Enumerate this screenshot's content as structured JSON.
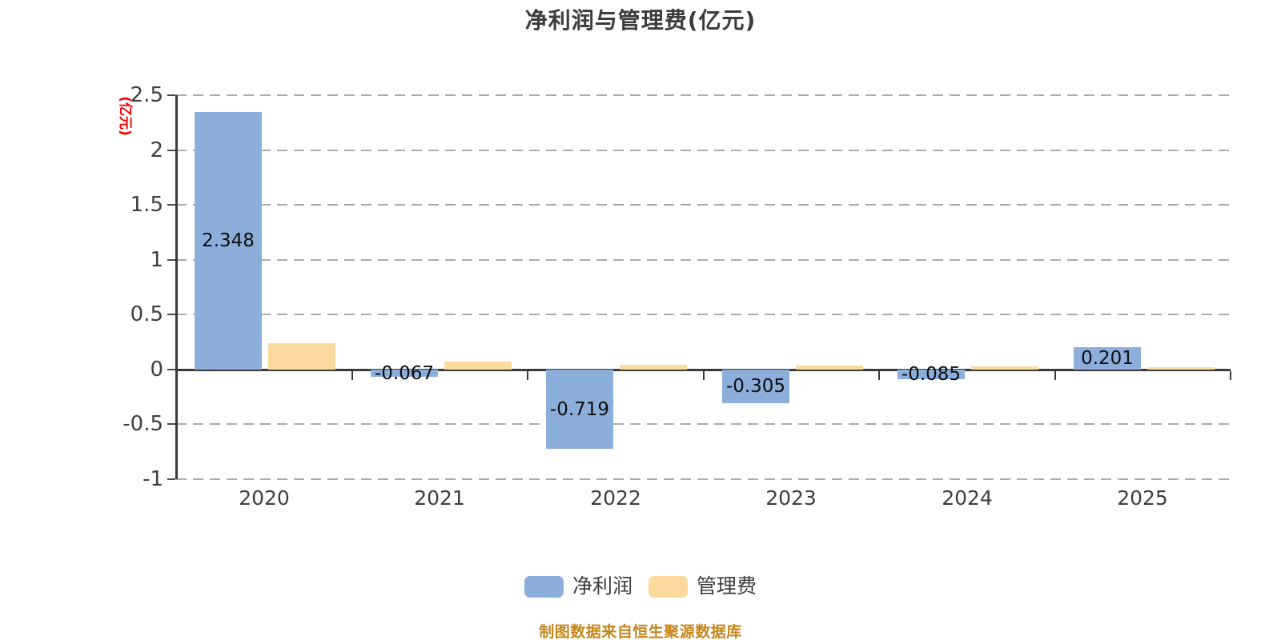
{
  "title": "净利润与管理费(亿元)",
  "source_note": "制图数据来自恒生聚源数据库",
  "colors": {
    "net_profit_bar": "#8caedb",
    "management_fee_bar": "#fcd99c",
    "axis": "#3a3a3a",
    "grid_line": "#ababab",
    "unit_label_red": "#f20000",
    "source_note_orange": "#c5861a",
    "text": "#3c3c3c"
  },
  "legend": {
    "items": [
      {
        "label": "净利润",
        "color": "#8caedb"
      },
      {
        "label": "管理费",
        "color": "#fcd99c"
      }
    ]
  },
  "chart_data": {
    "type": "bar",
    "title": "净利润与管理费(亿元)",
    "unit_label": "(亿元)",
    "categories": [
      "2020",
      "2021",
      "2022",
      "2023",
      "2024",
      "2025"
    ],
    "series": [
      {
        "name": "净利润",
        "color": "#8caedb",
        "values": [
          2.348,
          -0.067,
          -0.719,
          -0.305,
          -0.085,
          0.201
        ],
        "data_labels": [
          "2.348",
          "-0.067",
          "-0.719",
          "-0.305",
          "-0.085",
          "0.201"
        ]
      },
      {
        "name": "管理费",
        "color": "#fcd99c",
        "values": [
          0.24,
          0.07,
          0.045,
          0.036,
          0.03,
          0.02
        ],
        "data_labels": []
      }
    ],
    "y_ticks": [
      2.5,
      2,
      1.5,
      1,
      0.5,
      0,
      -0.5,
      -1
    ],
    "ylim": [
      -1,
      2.5
    ],
    "grid": "horizontal dashed",
    "legend_position": "bottom",
    "xlabel": "",
    "ylabel": "(亿元)"
  }
}
